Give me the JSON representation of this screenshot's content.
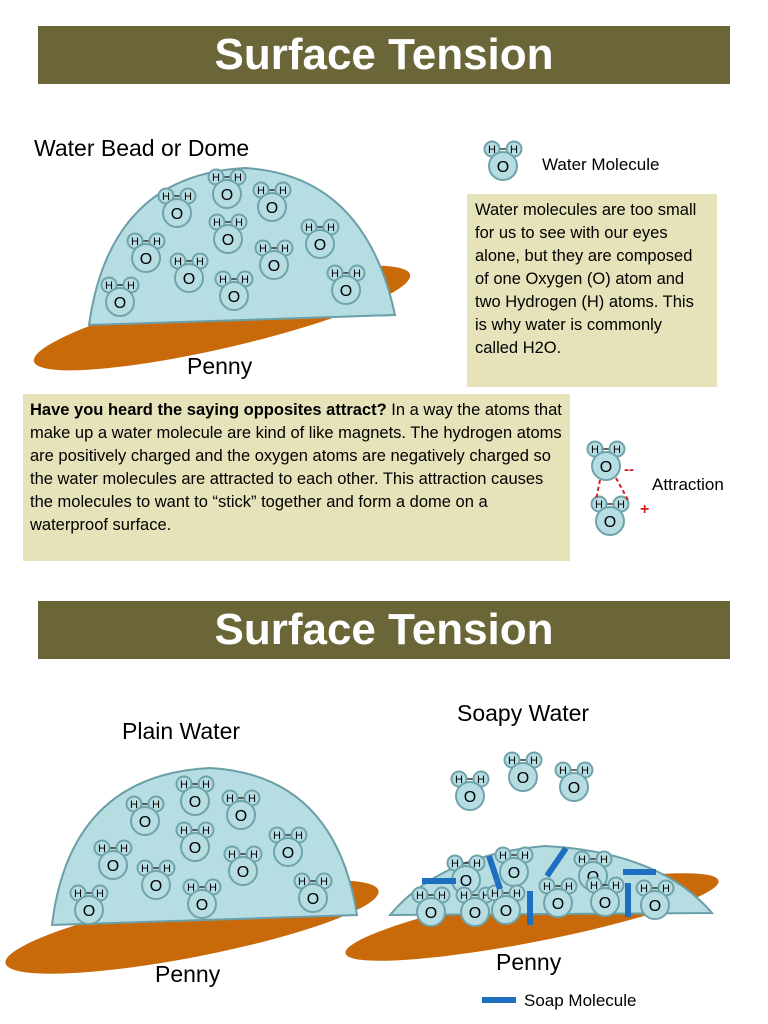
{
  "title_top": "Surface Tension",
  "title_bottom": "Surface Tension",
  "labels": {
    "water_bead": "Water Bead or Dome",
    "penny_top": "Penny",
    "water_molecule": "Water Molecule",
    "attraction": "Attraction",
    "plain_water": "Plain Water",
    "soapy_water": "Soapy Water",
    "penny_left": "Penny",
    "penny_right": "Penny",
    "soap_molecule": "Soap Molecule"
  },
  "atoms": {
    "hydrogen": "H",
    "oxygen": "O",
    "minus": "--",
    "plus": "+"
  },
  "info_box": "Water molecules are too small for us to see with our eyes alone, but they are composed of one Oxygen (O) atom and two Hydrogen (H) atoms.  This is why water is commonly called H2O.",
  "attract_box": {
    "bold": "Have you heard the saying opposites attract?",
    "text": "  In a way the atoms that make up a water molecule are kind of like magnets.  The hydrogen atoms are positively charged and the oxygen atoms are negatively charged so the water molecules are attracted to each other.  This attraction causes the molecules to want to “stick” together and form a dome on a waterproof surface."
  },
  "colors": {
    "banner": "#6b6637",
    "water": "#b6dde2",
    "penny": "#c96a0a",
    "molecule_fill": "#b6dde2",
    "molecule_stroke": "#6fa3ab",
    "textbox": "#e6e3bb",
    "soap": "#1f6fc0",
    "attraction_line": "#d42020"
  }
}
